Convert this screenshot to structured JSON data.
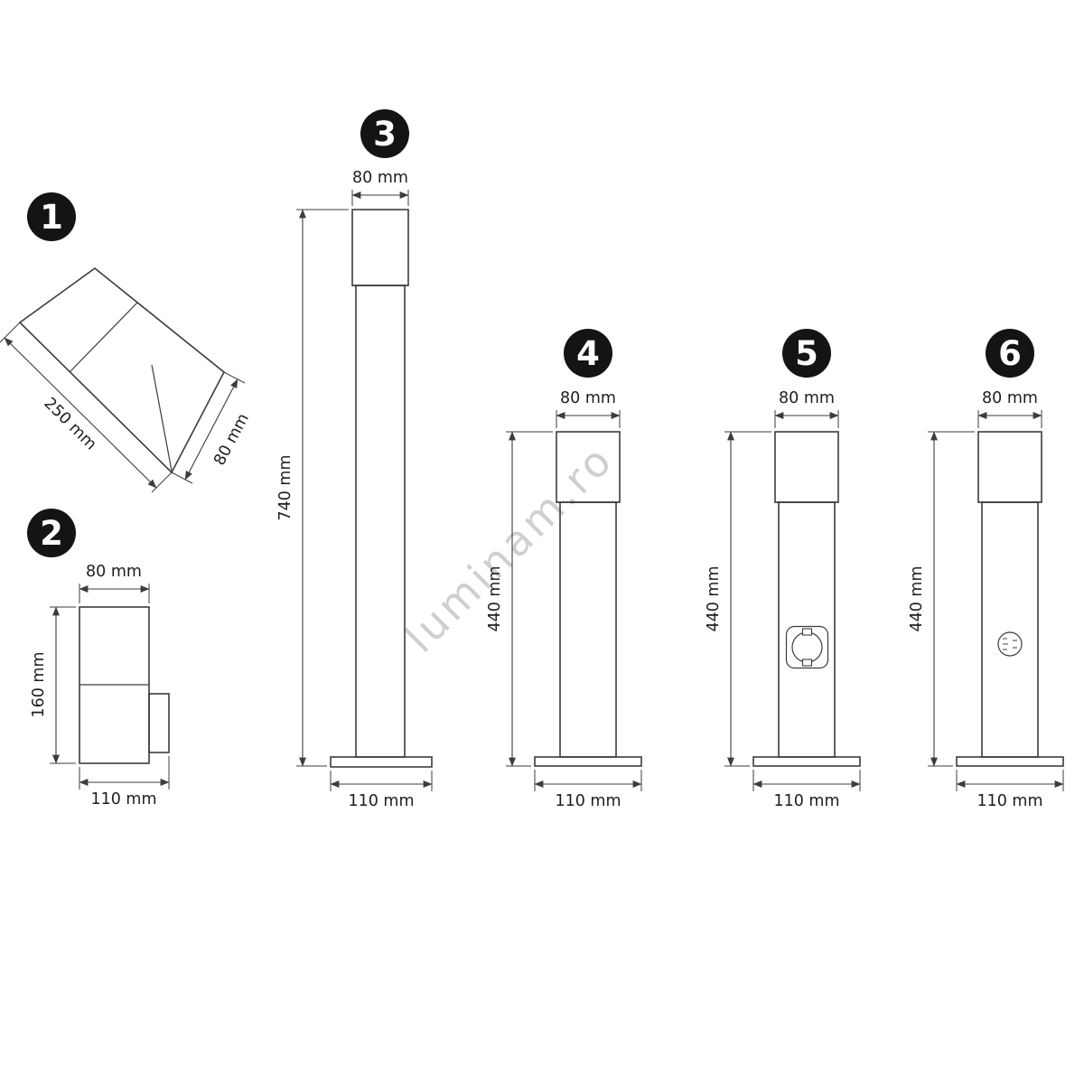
{
  "watermark": "luminam.ro",
  "items": [
    {
      "number": "1",
      "dims": {
        "length": "250 mm",
        "width": "80 mm"
      }
    },
    {
      "number": "2",
      "dims": {
        "top": "80 mm",
        "height": "160 mm",
        "base": "110 mm"
      }
    },
    {
      "number": "3",
      "dims": {
        "top": "80 mm",
        "height": "740 mm",
        "base": "110 mm"
      }
    },
    {
      "number": "4",
      "dims": {
        "top": "80 mm",
        "height": "440 mm",
        "base": "110 mm"
      }
    },
    {
      "number": "5",
      "dims": {
        "top": "80 mm",
        "height": "440 mm",
        "base": "110 mm"
      }
    },
    {
      "number": "6",
      "dims": {
        "top": "80 mm",
        "height": "440 mm",
        "base": "110 mm"
      }
    }
  ]
}
